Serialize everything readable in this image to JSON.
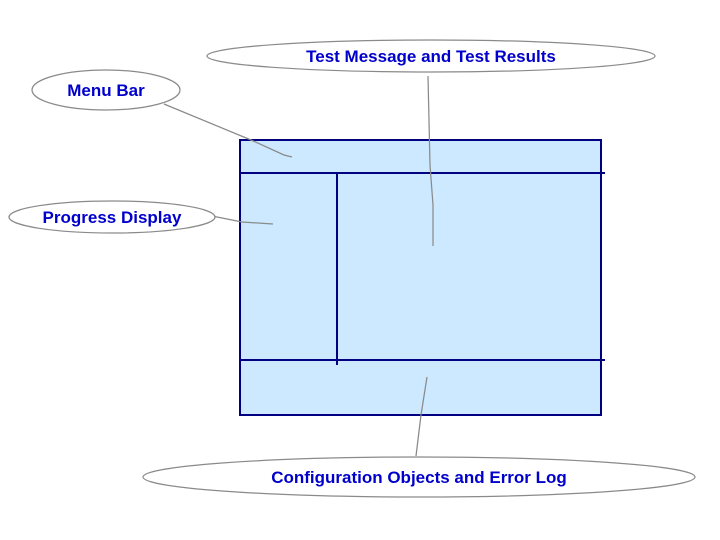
{
  "diagram": {
    "colors": {
      "background": "#FFFFFF",
      "label_text": "#0000CC",
      "ellipse_stroke": "#8A8A8A",
      "leader_stroke": "#8A8A8A",
      "region_fill": "#CCE9FF",
      "region_stroke": "#000080"
    },
    "callouts": {
      "test_results": {
        "label": "Test Message and Test Results"
      },
      "menu_bar": {
        "label": "Menu Bar"
      },
      "progress_display": {
        "label": "Progress Display"
      },
      "config_error_log": {
        "label": "Configuration Objects and Error Log"
      }
    }
  }
}
